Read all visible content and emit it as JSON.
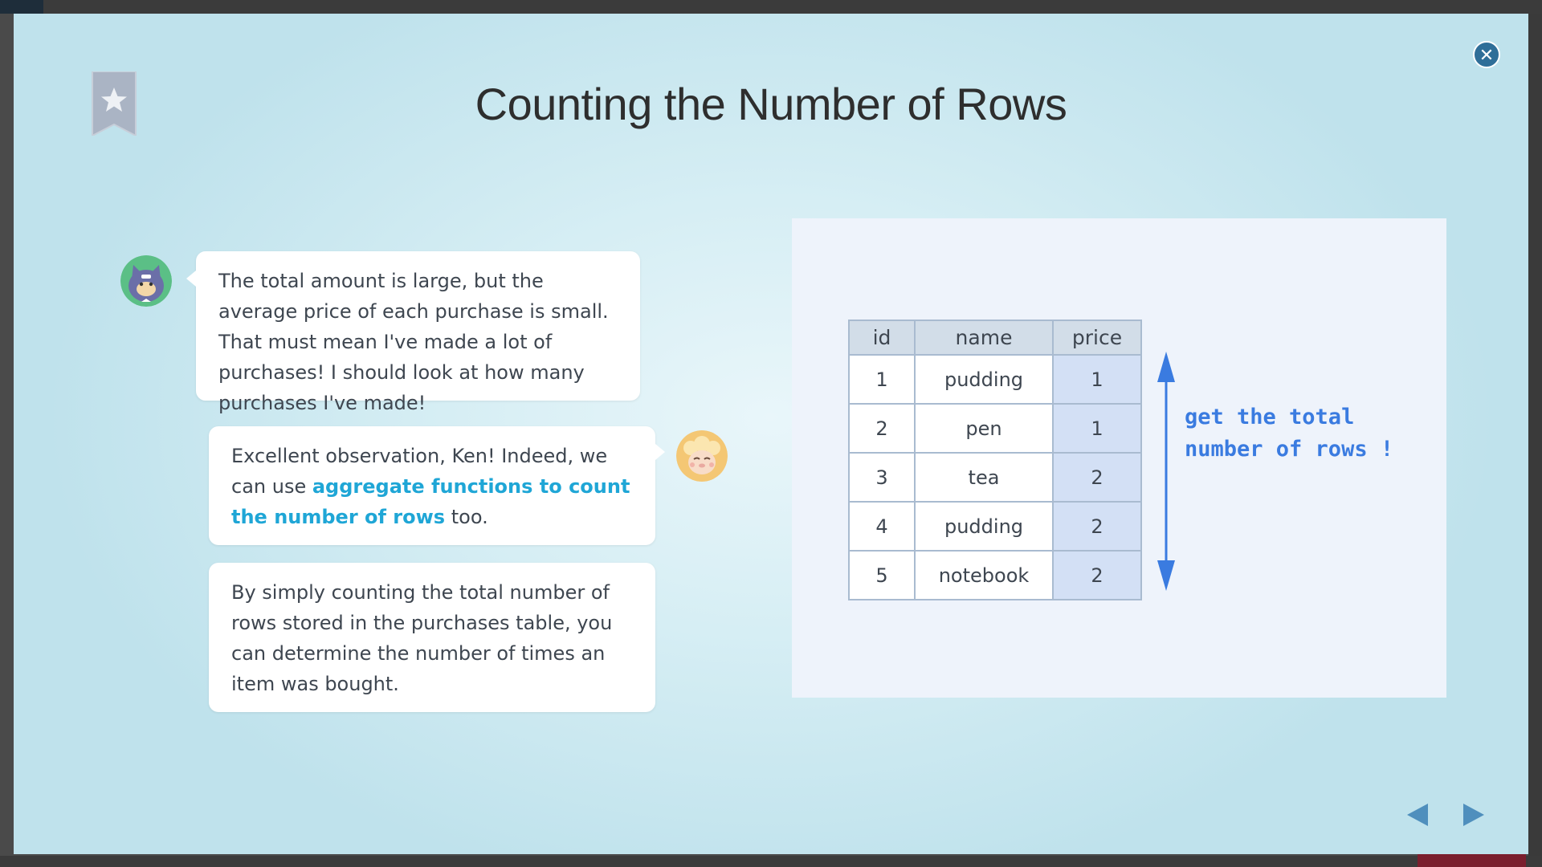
{
  "title": "Counting the Number of Rows",
  "dialogue": [
    {
      "speaker_icon": "cat-avatar-icon",
      "parts": [
        {
          "text": "The total amount is large, but the average price of each purchase is small. That must mean I've made a lot of purchases! I should look at how many purchases I've made!",
          "highlight": false
        }
      ]
    },
    {
      "speaker_icon": "sheep-avatar-icon",
      "parts": [
        {
          "text": "Excellent observation, Ken! Indeed, we can use ",
          "highlight": false
        },
        {
          "text": "aggregate functions to count the number of rows",
          "highlight": true
        },
        {
          "text": " too.",
          "highlight": false
        }
      ]
    },
    {
      "speaker_icon": "sheep-avatar-icon",
      "parts": [
        {
          "text": "By simply counting the total number of rows stored in the purchases table, you can determine the number of times an item was bought.",
          "highlight": false
        }
      ]
    }
  ],
  "table": {
    "headers": [
      "id",
      "name",
      "price"
    ],
    "rows": [
      [
        "1",
        "pudding",
        "1"
      ],
      [
        "2",
        "pen",
        "1"
      ],
      [
        "3",
        "tea",
        "2"
      ],
      [
        "4",
        "pudding",
        "2"
      ],
      [
        "5",
        "notebook",
        "2"
      ]
    ]
  },
  "annotation": "get the total number of rows !",
  "colors": {
    "accent_blue": "#3a7be0",
    "highlight": "#1fa6d6",
    "close_button": "#2f6e98",
    "nav_arrow": "#4f8fbd"
  },
  "icons": {
    "close": "close-icon",
    "bookmark": "bookmark-star-icon",
    "prev": "prev-arrow-icon",
    "next": "next-arrow-icon"
  }
}
